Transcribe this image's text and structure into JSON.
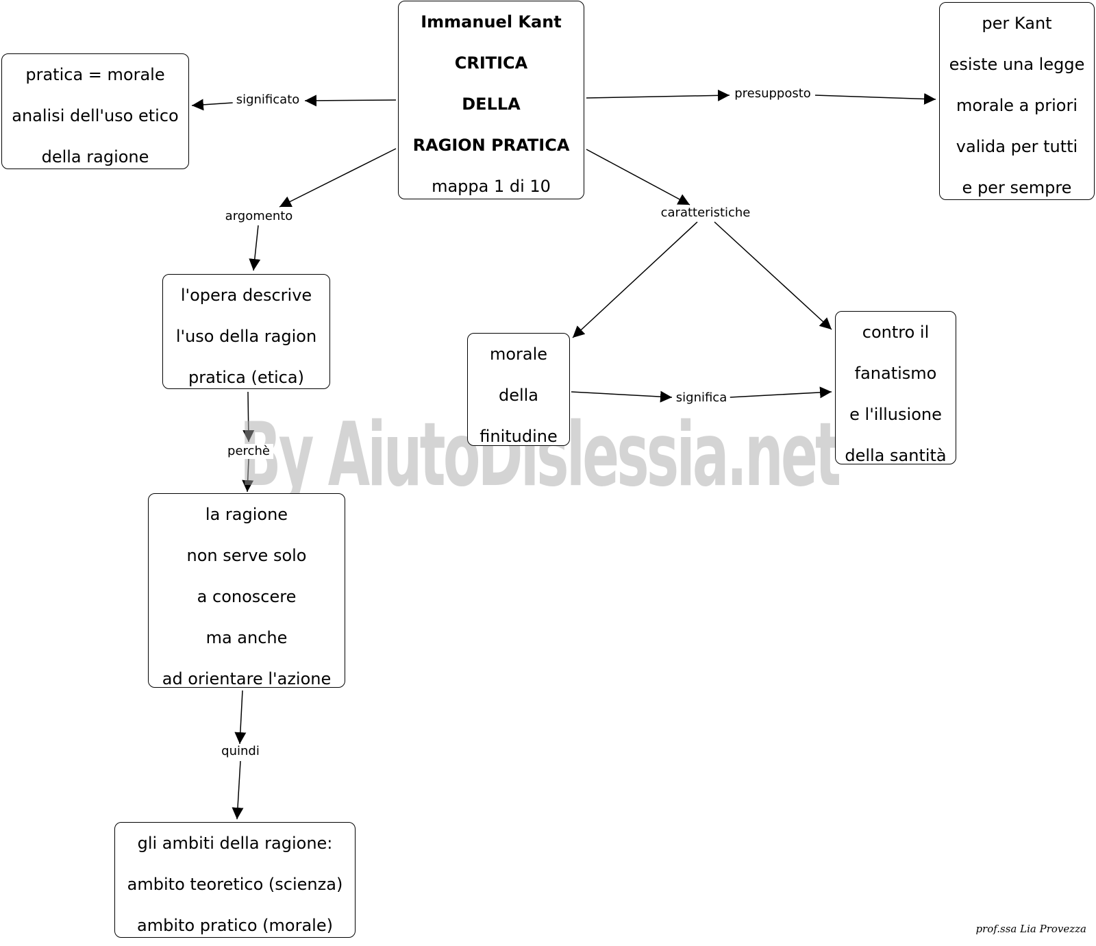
{
  "nodes": {
    "main": [
      "Immanuel Kant",
      "CRITICA",
      "DELLA",
      "RAGION PRATICA",
      "mappa 1 di 10"
    ],
    "pratica": [
      "pratica =  morale",
      "analisi dell'uso etico",
      "della ragione"
    ],
    "kant_legge": [
      "per Kant",
      "esiste una legge",
      "morale a priori",
      "valida per tutti",
      "e per sempre"
    ],
    "opera": [
      "l'opera descrive",
      "l'uso della ragion",
      "pratica (etica)"
    ],
    "ragione": [
      "la ragione",
      "non serve solo",
      "a conoscere",
      "ma anche",
      "ad orientare l'azione"
    ],
    "ambiti": [
      "gli ambiti della ragione:",
      "ambito teoretico (scienza)",
      "ambito pratico (morale)"
    ],
    "morale_finitudine": [
      "morale",
      "della",
      "finitudine"
    ],
    "fanatismo": [
      "contro il",
      "fanatismo",
      "e l'illusione",
      "della santità"
    ]
  },
  "links": {
    "significato": "significato",
    "presupposto": "presupposto",
    "argomento": "argomento",
    "caratteristiche": "caratteristiche",
    "perche": "perchè",
    "quindi": "quindi",
    "significa": "significa"
  },
  "watermark": "By AiutoDislessia.net",
  "signature": "prof.ssa Lia Provezza"
}
